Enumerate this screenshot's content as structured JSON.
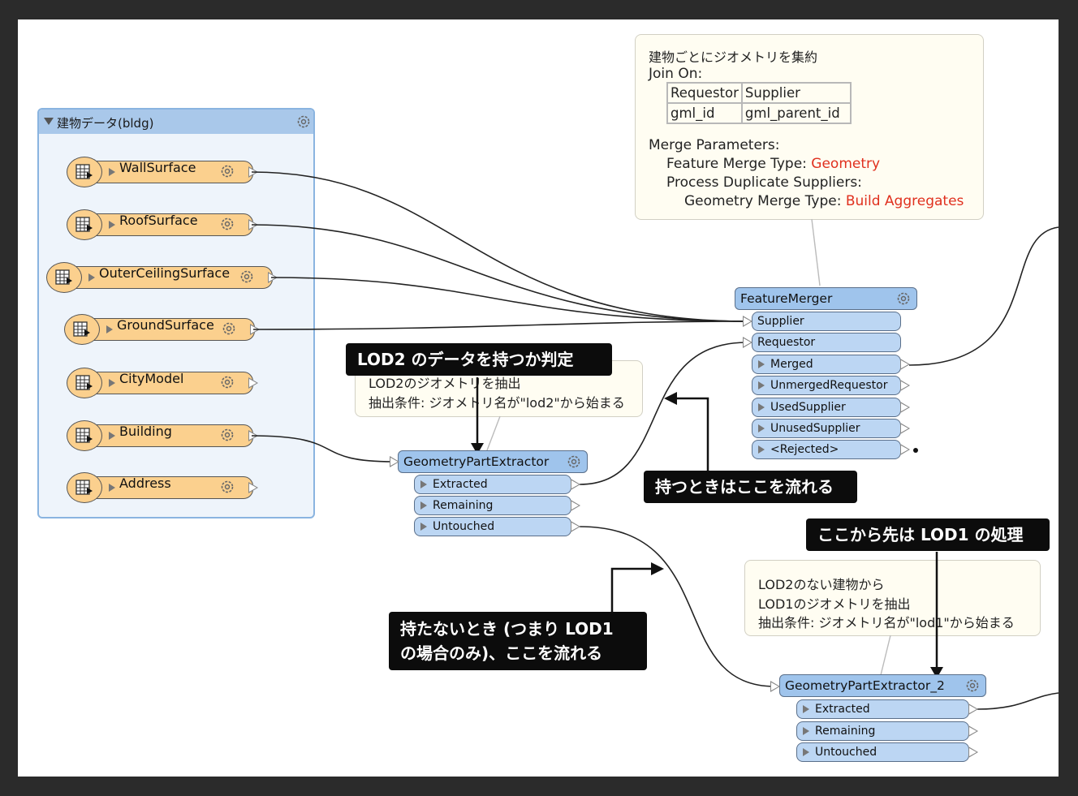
{
  "bookmark": {
    "title": "建物データ(bldg)",
    "readers": [
      {
        "label": "WallSurface"
      },
      {
        "label": "RoofSurface"
      },
      {
        "label": "OuterCeilingSurface"
      },
      {
        "label": "GroundSurface"
      },
      {
        "label": "CityModel"
      },
      {
        "label": "Building"
      },
      {
        "label": "Address"
      }
    ]
  },
  "feature_merger": {
    "title": "FeatureMerger",
    "inputs": [
      "Supplier",
      "Requestor"
    ],
    "outputs": [
      "Merged",
      "UnmergedRequestor",
      "UsedSupplier",
      "UnusedSupplier",
      "<Rejected>"
    ],
    "annotation": {
      "line1": "建物ごとにジオメトリを集約",
      "line2": "Join On:",
      "table_head": [
        "Requestor",
        "Supplier"
      ],
      "table_row": [
        "gml_id",
        "gml_parent_id"
      ],
      "line3": "Merge Parameters:",
      "line4_label": "Feature Merge Type: ",
      "line4_value": "Geometry",
      "line5": "Process Duplicate Suppliers:",
      "line6_label": "Geometry Merge Type: ",
      "line6_value": "Build Aggregates"
    }
  },
  "extractor1": {
    "title": "GeometryPartExtractor",
    "outputs": [
      "Extracted",
      "Remaining",
      "Untouched"
    ],
    "annotation": {
      "line1": "LOD2のジオメトリを抽出",
      "line2": "抽出条件: ジオメトリ名が\"lod2\"から始まる"
    }
  },
  "extractor2": {
    "title": "GeometryPartExtractor_2",
    "outputs": [
      "Extracted",
      "Remaining",
      "Untouched"
    ],
    "annotation": {
      "line1": "LOD2のない建物から",
      "line2": "LOD1のジオメトリを抽出",
      "line3": "抽出条件: ジオメトリ名が\"lod1\"から始まる"
    }
  },
  "callouts": {
    "lod2_check": "LOD2 のデータを持つか判定",
    "has_flow": "持つときはここを流れる",
    "lod1_start": "ここから先は LOD1 の処理",
    "no_flow_line1": "持たないとき (つまり LOD1",
    "no_flow_line2": "の場合のみ)、ここを流れる"
  },
  "colors": {
    "reader_fill": "#fbd08e",
    "transformer_fill": "#9fc4ec",
    "port_fill": "#bcd6f3",
    "annotation_fill": "#fffdf2",
    "highlight_text": "#e0301e"
  }
}
